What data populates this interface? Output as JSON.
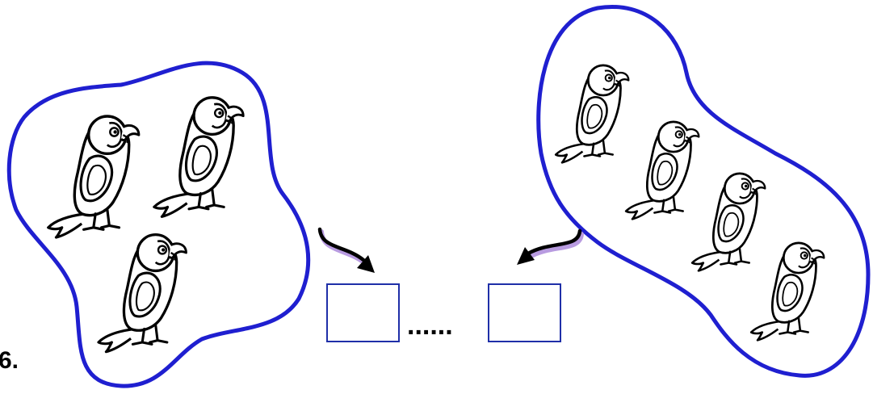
{
  "question_number": "6.",
  "separator": "......",
  "groups": [
    {
      "name": "left-group",
      "bird_count": 3
    },
    {
      "name": "right-group",
      "bird_count": 4
    }
  ],
  "answer_boxes": 2,
  "colors": {
    "outline": "#1f1fd0",
    "box": "#1f2fa8",
    "ink": "#000000",
    "arrow_shadow": "#b89be0"
  },
  "icons": [
    "parrot-icon",
    "curved-arrow-icon"
  ]
}
